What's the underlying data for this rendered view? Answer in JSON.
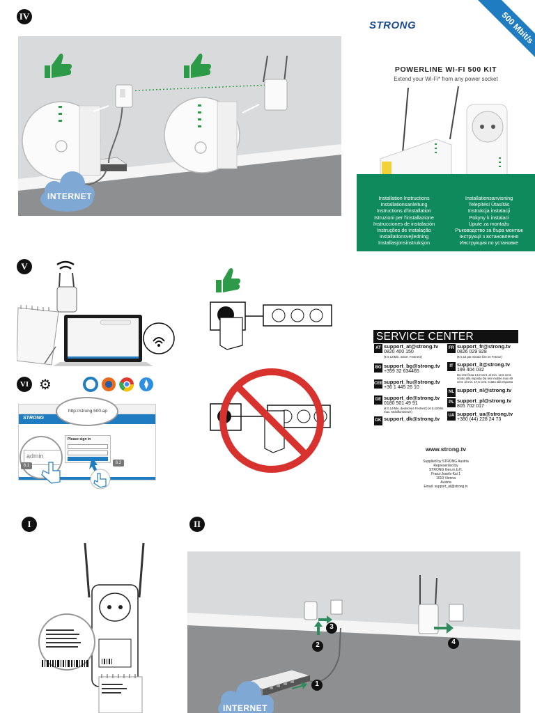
{
  "steps": {
    "iv": "IV",
    "v": "V",
    "vi": "VI",
    "i": "I",
    "ii": "II"
  },
  "brand": {
    "logo": "STRONG",
    "ribbon": "500 Mbit/s",
    "product_title": "POWERLINE WI-FI 500 KIT",
    "tagline": "Extend your Wi-Fi* from any power socket"
  },
  "internet_label": "INTERNET",
  "instructions": {
    "left": [
      "Installation Instructions",
      "Installationsanleitung",
      "Instructions d'installation",
      "Istruzioni per l'installazione",
      "Instrucciones de instalación",
      "Instruções de instalação",
      "Installationsvejledning",
      "Installasjonsinstruksjon"
    ],
    "right": [
      "Installationsanvisning",
      "Telepítési Útasítás",
      "Instrukcja instalacji",
      "Pokyny k instalaci",
      "Upute za montažu",
      "Ръководство за бъра монтаж",
      "Інструкції з встановлення",
      "Инструкция по установке"
    ]
  },
  "service_center": {
    "title": "SERVICE CENTER",
    "left": [
      {
        "cc": "AT",
        "mail": "support_at@strong.tv",
        "phone": "0820 400 150",
        "note": "(€ 0,12/Min. österr. Festnetz)"
      },
      {
        "cc": "BG",
        "mail": "support_bg@strong.tv",
        "phone": "+359 32 634465",
        "note": ""
      },
      {
        "cc": "CEE",
        "mail": "support_hu@strong.tv",
        "phone": "+36 1 445 26 10",
        "note": ""
      },
      {
        "cc": "DE",
        "mail": "support_de@strong.tv",
        "phone": "0180 501 49 91",
        "note": "(€ 0,14/Min. deutsches Festnetz) (€ 0,42/Min. max. Mobilfunknetze)"
      },
      {
        "cc": "DK",
        "mail": "support_dk@strong.tv",
        "phone": "",
        "note": ""
      }
    ],
    "right": [
      {
        "cc": "FR",
        "mail": "support_fr@strong.tv",
        "phone": "0826 029 928",
        "note": "(€ 0,15 par minute fixe en France)"
      },
      {
        "cc": "IT",
        "mail": "support_it@strong.tv",
        "phone": "199 404 032",
        "note": "Da rete fissa 14,8 cent. al min. 12,5 cent. scatto alla risposta Da rete mobile max 49 cent. al min. 17,5 cent. scatto alla risposta"
      },
      {
        "cc": "NL",
        "mail": "support_nl@strong.tv",
        "phone": "",
        "note": ""
      },
      {
        "cc": "PL",
        "mail": "support_pl@strong.tv",
        "phone": "805 702 017",
        "note": ""
      },
      {
        "cc": "UA",
        "mail": "support_ua@strong.tv",
        "phone": "+380 (44) 228 24 73",
        "note": ""
      }
    ]
  },
  "website": "www.strong.tv",
  "supplier": [
    "Supplied by STRONG Austria",
    "Represented by",
    "STRONG Ges.m.b.H.",
    "Franz-Josefs-Kai 1",
    "1010 Vienna",
    "Austria",
    "Email: support_at@strong.tv"
  ],
  "browser": {
    "url": "http://strong.500.ap",
    "signin": "Please sign in",
    "username": "admin",
    "zoom_callout": "admin",
    "step_a": "6.1",
    "step_b": "6.2",
    "logo": "STRONG"
  },
  "numbers": {
    "n1": "1",
    "n2": "2",
    "n3": "3",
    "n4": "4"
  },
  "colors": {
    "accent_green": "#0e8a5c",
    "thumb_green": "#2d9a48",
    "arrow_green": "#2f8b5e",
    "cloud_blue": "#7fa9d4",
    "prohibit_red": "#d7322e",
    "ribbon_blue": "#1f7cc1"
  }
}
